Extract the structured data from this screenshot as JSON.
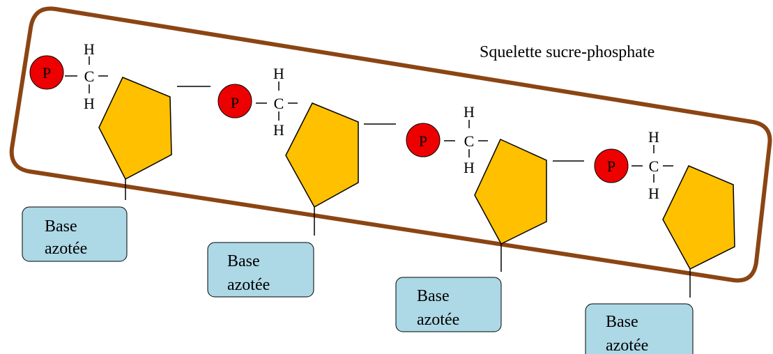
{
  "title": "Squelette sucre-phosphate",
  "phosphate_label": "P",
  "carbon_label": "C",
  "hydrogen_label": "H",
  "base_label_line1": "Base",
  "base_label_line2": "azotée",
  "colors": {
    "backbone_outline": "#8B4513",
    "phosphate_fill": "#EE0000",
    "sugar_fill": "#FFC000",
    "base_fill": "#ADD8E6",
    "line": "#000000"
  }
}
